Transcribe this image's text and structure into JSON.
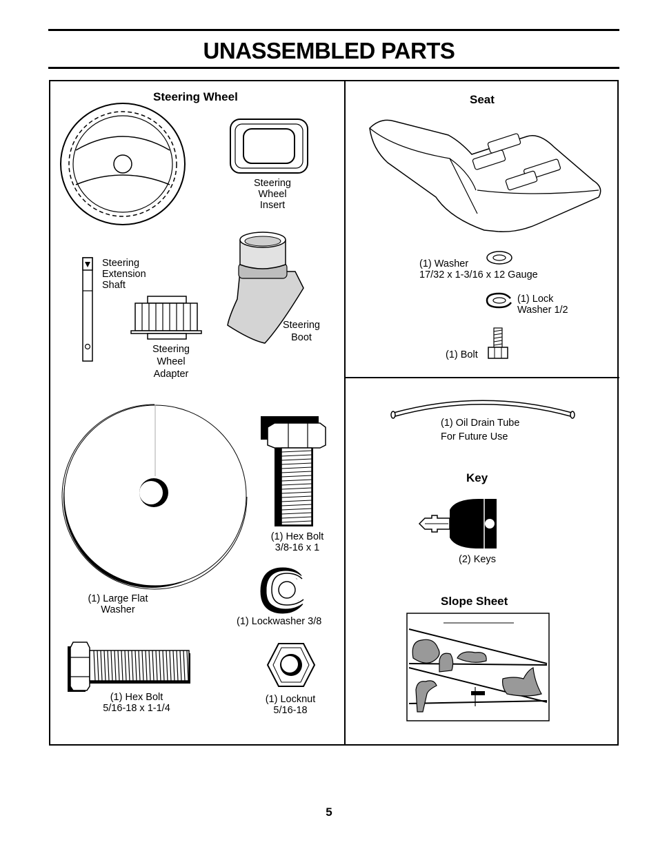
{
  "page": {
    "title": "UNASSEMBLED PARTS",
    "page_number": "5"
  },
  "sections": {
    "steering_wheel": "Steering Wheel",
    "seat": "Seat",
    "key": "Key",
    "slope_sheet": "Slope Sheet"
  },
  "labels": {
    "steering_wheel_insert": "Steering\nWheel\nInsert",
    "steering_extension_shaft": "Steering\nExtension\nShaft",
    "steering_wheel_adapter": "Steering\nWheel\nAdapter",
    "steering_boot": "Steering\nBoot",
    "washer": "(1) Washer\n17/32 x 1-3/16 x 12 Gauge",
    "lock_washer": "(1) Lock\nWasher 1/2",
    "bolt": "(1) Bolt",
    "oil_drain_tube": "(1) Oil Drain Tube\nFor Future Use",
    "keys": "(2) Keys",
    "large_flat_washer": "(1) Large Flat\nWasher",
    "hex_bolt_38": "(1) Hex Bolt\n3/8-16 x 1",
    "lockwasher_38": "(1) Lockwasher 3/8",
    "hex_bolt_516": "(1) Hex Bolt\n5/16-18 x 1-1/4",
    "locknut": "(1) Locknut\n5/16-18"
  },
  "icons": {
    "steering_wheel": "steering-wheel-icon",
    "insert": "steering-wheel-insert-icon",
    "shaft": "extension-shaft-icon",
    "adapter": "adapter-icon",
    "boot": "steering-boot-icon",
    "seat": "seat-icon",
    "washer": "washer-icon",
    "lock_washer": "lock-washer-icon",
    "bolt": "bolt-icon",
    "tube": "oil-drain-tube-icon",
    "key": "key-icon",
    "slope": "slope-sheet-icon",
    "large_washer": "large-flat-washer-icon",
    "hex_bolt": "hex-bolt-icon",
    "lockwasher": "lockwasher-icon",
    "locknut": "locknut-icon"
  }
}
